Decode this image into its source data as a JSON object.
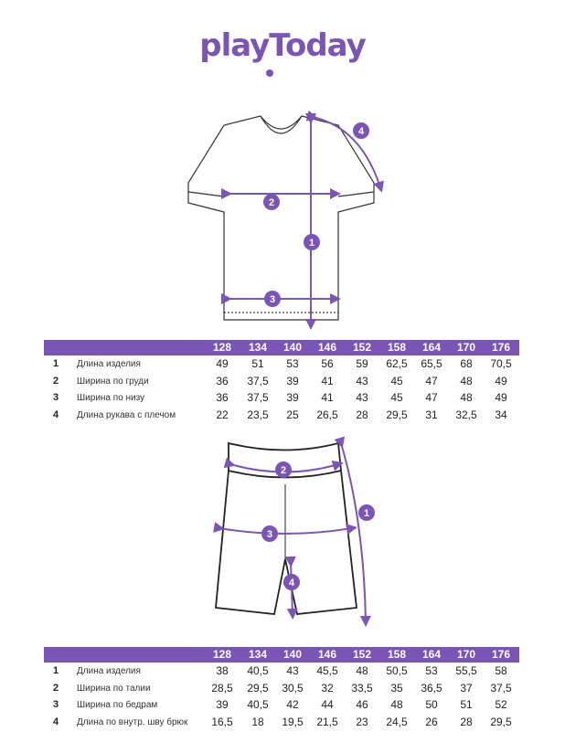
{
  "brand": "playToday",
  "accent": "#7b55b5",
  "sizes": [
    "128",
    "134",
    "140",
    "146",
    "152",
    "158",
    "164",
    "170",
    "176"
  ],
  "tshirt": {
    "markers": [
      "1",
      "2",
      "3",
      "4"
    ],
    "rows": [
      {
        "num": "1",
        "label": "Длина изделия",
        "values": [
          "49",
          "51",
          "53",
          "56",
          "59",
          "62,5",
          "65,5",
          "68",
          "70,5"
        ]
      },
      {
        "num": "2",
        "label": "Ширина по груди",
        "values": [
          "36",
          "37,5",
          "39",
          "41",
          "43",
          "45",
          "47",
          "48",
          "49"
        ]
      },
      {
        "num": "3",
        "label": "Ширина по низу",
        "values": [
          "36",
          "37,5",
          "39",
          "41",
          "43",
          "45",
          "47",
          "48",
          "49"
        ]
      },
      {
        "num": "4",
        "label": "Длина рукава с плечом",
        "values": [
          "22",
          "23,5",
          "25",
          "26,5",
          "28",
          "29,5",
          "31",
          "32,5",
          "34"
        ]
      }
    ]
  },
  "shorts": {
    "markers": [
      "1",
      "2",
      "3",
      "4"
    ],
    "rows": [
      {
        "num": "1",
        "label": "Длина изделия",
        "values": [
          "38",
          "40,5",
          "43",
          "45,5",
          "48",
          "50,5",
          "53",
          "55,5",
          "58"
        ]
      },
      {
        "num": "2",
        "label": "Ширина по талии",
        "values": [
          "28,5",
          "29,5",
          "30,5",
          "32",
          "33,5",
          "35",
          "36,5",
          "37",
          "37,5"
        ]
      },
      {
        "num": "3",
        "label": "Ширина по бедрам",
        "values": [
          "39",
          "40,5",
          "42",
          "44",
          "46",
          "48",
          "50",
          "51",
          "52"
        ]
      },
      {
        "num": "4",
        "label": "Длина по внутр. шву брюк",
        "values": [
          "16,5",
          "18",
          "19,5",
          "21,5",
          "23",
          "24,5",
          "26",
          "28",
          "29,5"
        ]
      }
    ]
  }
}
